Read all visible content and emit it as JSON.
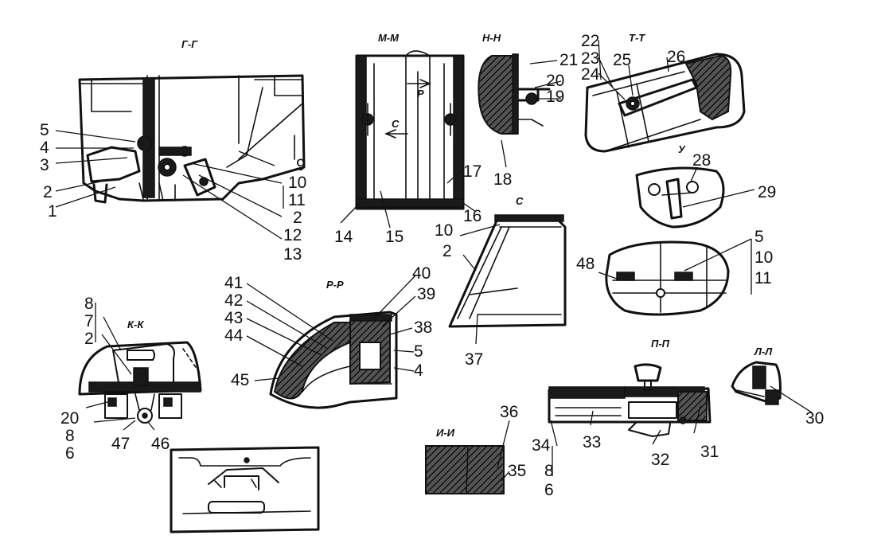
{
  "sections": {
    "g_g": "Г-Г",
    "m_m": "М-М",
    "n_n": "Н-Н",
    "t_t": "Т-Т",
    "u": "У",
    "s": "С",
    "r_r": "Р-Р",
    "k_k": "К-К",
    "i_i": "И-И",
    "p_p": "П-П",
    "l_l": "Л-Л",
    "arrow_s": "С",
    "arrow_r": "Р"
  },
  "callouts": {
    "c1": "1",
    "c2a": "2",
    "c3": "3",
    "c4a": "4",
    "c5a": "5",
    "c9": "9",
    "c10a": "10",
    "c11a": "11",
    "c2b": "2",
    "c12": "12",
    "c13": "13",
    "c14": "14",
    "c15": "15",
    "c16": "16",
    "c17": "17",
    "c18": "18",
    "c19": "19",
    "c20a": "20",
    "c21": "21",
    "c22": "22",
    "c23": "23",
    "c24": "24",
    "c25": "25",
    "c26": "26",
    "c28": "28",
    "c29": "29",
    "c10b": "10",
    "c2c": "2",
    "c37": "37",
    "c5b": "5",
    "c10c": "10",
    "c11b": "11",
    "c48": "48",
    "c41": "41",
    "c42": "42",
    "c43": "43",
    "c44": "44",
    "c45": "45",
    "c40": "40",
    "c39": "39",
    "c38": "38",
    "c5c": "5",
    "c4b": "4",
    "c8a": "8",
    "c7": "7",
    "c2d": "2",
    "c20b": "20",
    "c8b": "8",
    "c6a": "6",
    "c47": "47",
    "c46": "46",
    "c36": "36",
    "c35": "35",
    "c34": "34",
    "c8c": "8",
    "c6b": "6",
    "c33": "33",
    "c32": "32",
    "c31": "31",
    "c30": "30"
  }
}
